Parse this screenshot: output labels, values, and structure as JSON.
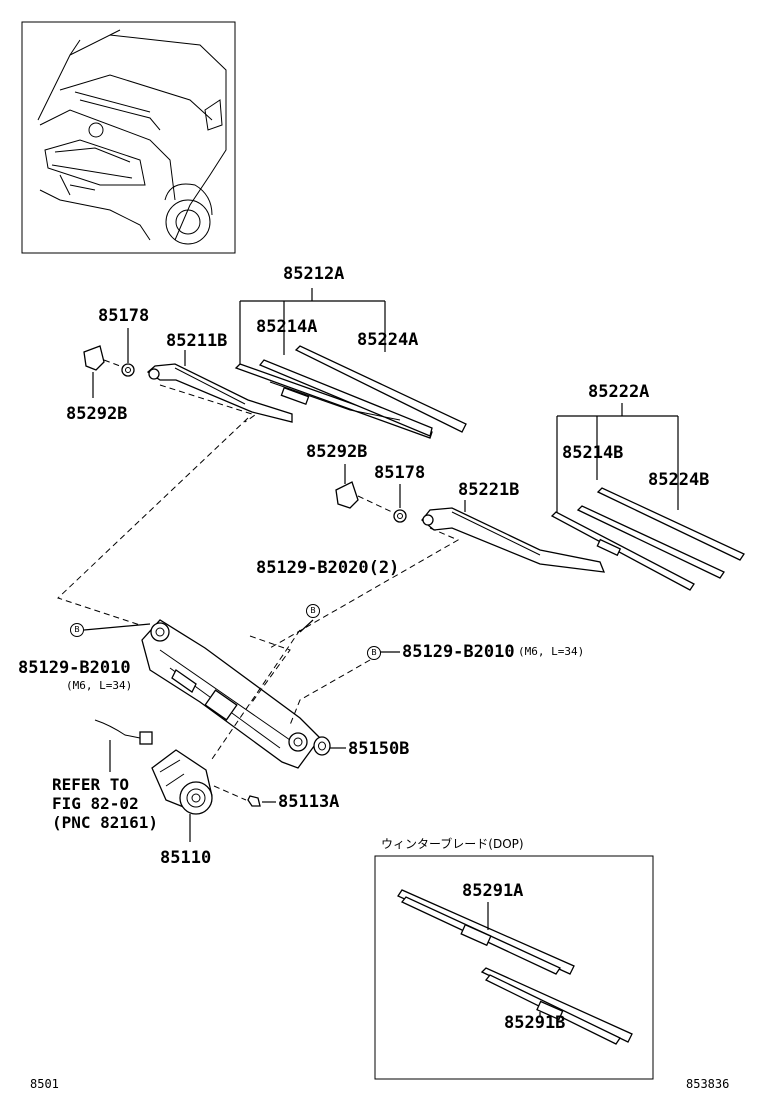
{
  "callouts": {
    "p85212A": "85212A",
    "p85178_top": "85178",
    "p85211B": "85211B",
    "p85214A": "85214A",
    "p85224A": "85224A",
    "p85292B_top": "85292B",
    "p85222A": "85222A",
    "p85214B": "85214B",
    "p85224B": "85224B",
    "p85292B_mid": "85292B",
    "p85178_mid": "85178",
    "p85221B": "85221B",
    "p85129_B2020": "85129-B2020(2)",
    "p85129_B2010_left": "85129-B2010",
    "p85129_B2010_left_spec": "(M6, L=34)",
    "p85129_B2010_right": "85129-B2010",
    "p85129_B2010_right_spec": "(M6, L=34)",
    "p85150B": "85150B",
    "p85113A": "85113A",
    "p85110": "85110",
    "p85291A": "85291A",
    "p85291B": "85291B"
  },
  "badges": {
    "b1": "B",
    "b2": "B",
    "b3": "B"
  },
  "refer_note": "REFER TO\nFIG 82-02\n(PNC 82161)",
  "winter_blade_title": "ウィンターブレード(DOP)",
  "footer": {
    "left_code": "8501",
    "right_code": "853836"
  }
}
